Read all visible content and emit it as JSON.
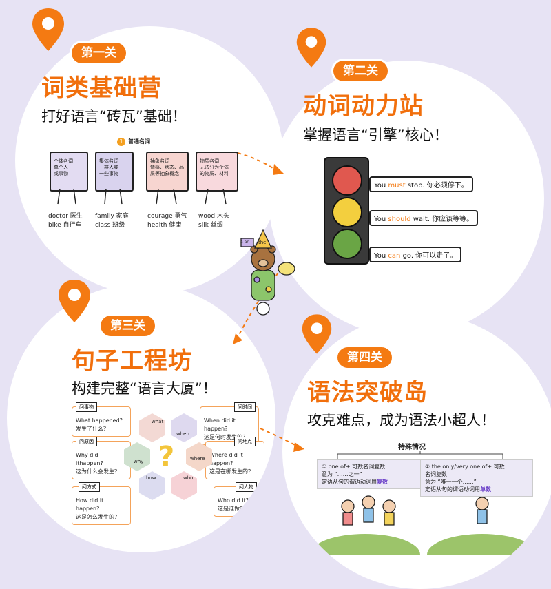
{
  "stage1": {
    "badge": "第一关",
    "title": "词类基础营",
    "subtitle": "打好语言“砖瓦”基础！",
    "tag": "普通名词",
    "books": [
      {
        "label": "个体名词\n单个人\n或事物",
        "examples": [
          "doctor 医生",
          "bike 自行车"
        ]
      },
      {
        "label": "集体名词\n一群人或\n一些事物",
        "examples": [
          "family 家庭",
          "class 班级"
        ]
      },
      {
        "label": "抽象名词\n情感、状态、品\n质等抽象概念",
        "examples": [
          "courage 勇气",
          "health 健康"
        ]
      },
      {
        "label": "物质名词\n无法分为个体\n的物质、材料",
        "examples": [
          "wood 木头",
          "silk 丝绸"
        ]
      }
    ],
    "tag_number": "1"
  },
  "stage2": {
    "badge": "第二关",
    "title": "动词动力站",
    "subtitle": "掌握语言“引擎”核心！",
    "sentences": [
      {
        "pre": "You ",
        "modal": "must",
        "post": " stop. 你必须停下。"
      },
      {
        "pre": "You ",
        "modal": "should",
        "post": " wait. 你应该等等。"
      },
      {
        "pre": "You ",
        "modal": "can",
        "post": " go. 你可以走了。"
      }
    ]
  },
  "stage3": {
    "badge": "第三关",
    "title": "句子工程坊",
    "subtitle": "构建完整“语言大厦”！",
    "questions": [
      {
        "label": "问事物",
        "en": "What happened?",
        "zh": "发生了什么？"
      },
      {
        "label": "问原因",
        "en": "Why did ithappen?",
        "zh": "这为什么会发生？"
      },
      {
        "label": "问方式",
        "en": "How did it happen?",
        "zh": "这是怎么发生的？"
      },
      {
        "label": "问时间",
        "en": "When did it happen?",
        "zh": "这是何时发生的？"
      },
      {
        "label": "问地点",
        "en": "Where did it happen?",
        "zh": "这是在哪发生的？"
      },
      {
        "label": "问人物",
        "en": "Who did it?",
        "zh": "这是谁做的？"
      }
    ],
    "hex_words": [
      "what",
      "when",
      "why",
      "where",
      "how",
      "who"
    ]
  },
  "stage4": {
    "badge": "第四关",
    "title": "语法突破岛",
    "subtitle": "攻克难点，成为语法小超人！",
    "special_title": "特殊情况",
    "card1": {
      "l1": "① one of+ 可数名词复数",
      "l2": "意为 “……之一”",
      "l3a": "定语从句的谓语动词用",
      "l3b": "复数"
    },
    "card2": {
      "l1": "② the only/very one of+ 可数",
      "l2": "名词复数",
      "l3": "意为 “唯一一个……”",
      "l4a": "定语从句的谓语动词用",
      "l4b": "单数"
    }
  },
  "mascot": {
    "hat_word": "the",
    "ball_word": "a an"
  },
  "colors": {
    "accent": "#f47a12",
    "background": "#e7e3f4",
    "title": "#f16f0c"
  }
}
